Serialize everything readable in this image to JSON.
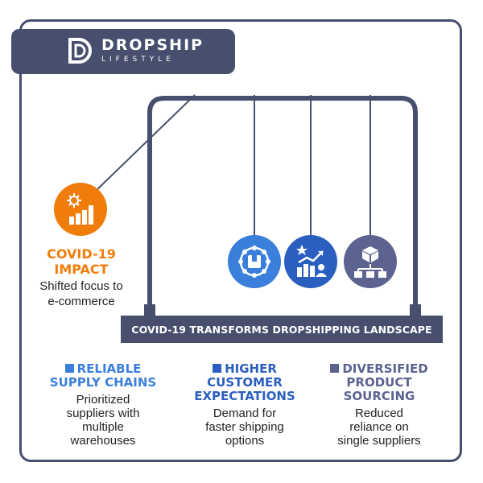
{
  "logo": {
    "main": "DROPSHIP",
    "sub": "LIFESTYLE"
  },
  "covid": {
    "icon": "gear-bar-chart-icon",
    "title_line1": "COVID-19",
    "title_line2": "IMPACT",
    "desc_line1": "Shifted focus to",
    "desc_line2": "e-commerce",
    "color": "#f07d0a"
  },
  "banner": {
    "label": "COVID-19 TRANSFORMS DROPSHIPPING LANDSCAPE",
    "color": "#474e6e"
  },
  "columns": [
    {
      "icon": "warehouse-network-icon",
      "color": "#3a7fdc",
      "title_lines": [
        "RELIABLE",
        "SUPPLY CHAINS"
      ],
      "desc_lines": [
        "Prioritized",
        "suppliers with",
        "multiple",
        "warehouses"
      ]
    },
    {
      "icon": "rising-chart-customer-icon",
      "color": "#2a5fc0",
      "title_lines": [
        "HIGHER",
        "CUSTOMER",
        "EXPECTATIONS"
      ],
      "desc_lines": [
        "Demand for",
        "faster shipping",
        "options"
      ]
    },
    {
      "icon": "box-distribution-icon",
      "color": "#5d6391",
      "title_lines": [
        "DIVERSIFIED",
        "PRODUCT",
        "SOURCING"
      ],
      "desc_lines": [
        "Reduced",
        "reliance on",
        "single suppliers"
      ]
    }
  ]
}
